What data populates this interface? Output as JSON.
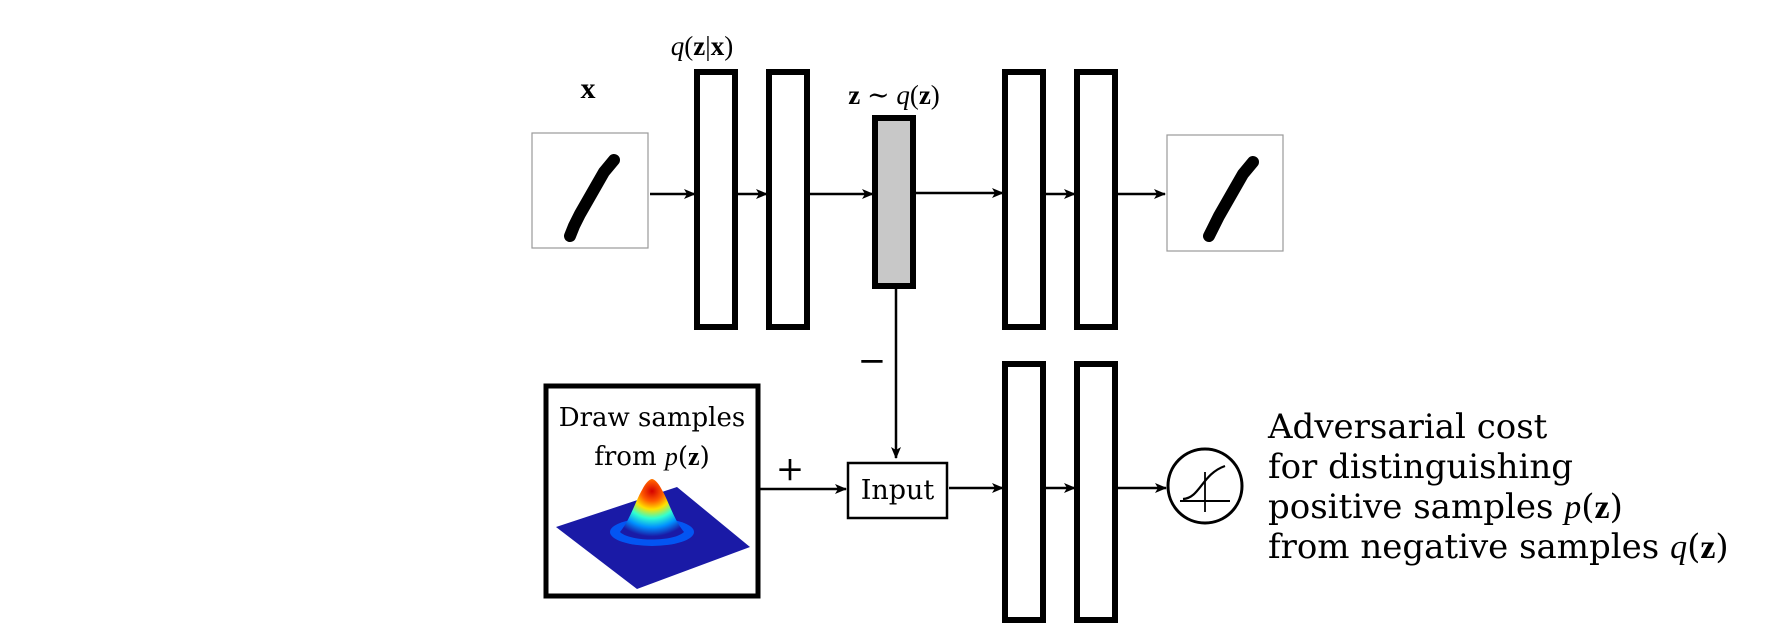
{
  "encoder_label": {
    "q": "q",
    "open": "(",
    "z": "z",
    "bar": "|",
    "x": "x",
    "close": ")"
  },
  "input_label": "x",
  "latent_label": {
    "z": "z",
    "sim": " ∼ ",
    "q": "q",
    "open": "(",
    "z2": "z",
    "close": ")"
  },
  "minus_sign": "−",
  "plus_sign": "+",
  "prior_box": {
    "line1": "Draw samples",
    "line2_prefix": "from ",
    "p": "p",
    "open": "(",
    "z": "z",
    "close": ")"
  },
  "input_box_label": "Input",
  "adversarial_text": {
    "line1": "Adversarial cost",
    "line2": "for distinguishing",
    "line3_prefix": "positive samples ",
    "line3_p": "p",
    "line3_open": "(",
    "line3_z": "z",
    "line3_close": ")",
    "line4_prefix": "from negative samples ",
    "line4_q": "q",
    "line4_open": "(",
    "line4_z": "z",
    "line4_close": ")"
  },
  "colors": {
    "latent_fill": "#c8c8c8",
    "plane": "#1a1aa6",
    "peak_top": "#d40000",
    "peak_mid": "#ffe000",
    "peak_low": "#00c8ff"
  }
}
